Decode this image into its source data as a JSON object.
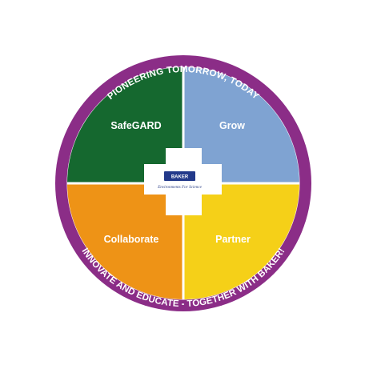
{
  "ring": {
    "top_text": "PIONEERING TOMORROW, TODAY",
    "bottom_text": "INNOVATE AND EDUCATE - TOGETHER WITH BAKER!"
  },
  "quadrants": [
    {
      "id": "top-left",
      "label": "SafeGARD",
      "color": "#15682f"
    },
    {
      "id": "top-right",
      "label": "Grow",
      "color": "#7fa3d2"
    },
    {
      "id": "bottom-left",
      "label": "Collaborate",
      "color": "#ee9316"
    },
    {
      "id": "bottom-right",
      "label": "Partner",
      "color": "#f5d018"
    }
  ],
  "logo": {
    "word": "BAKER",
    "tagline": "Environments For Science"
  },
  "colors": {
    "ring": "#8b2d87",
    "background": "#ffffff",
    "cross": "#ffffff",
    "logo_box": "#22398a"
  }
}
